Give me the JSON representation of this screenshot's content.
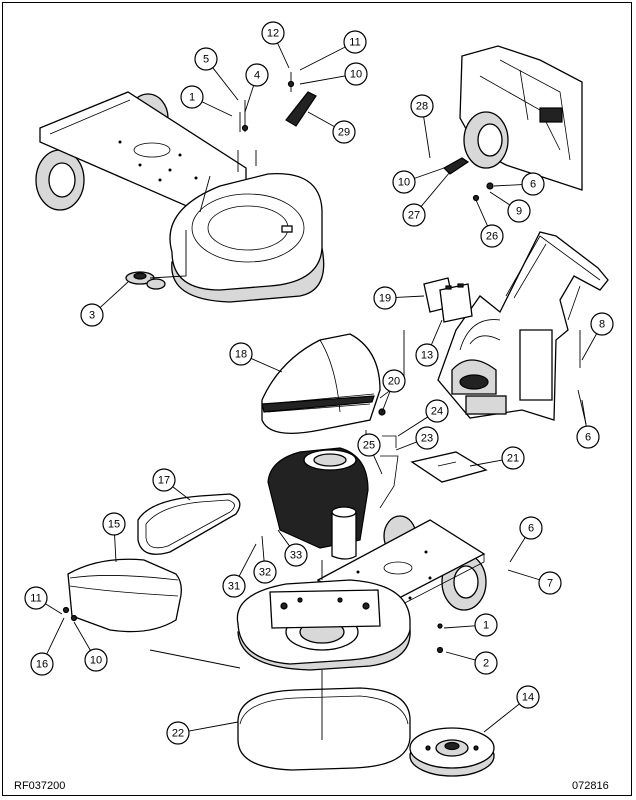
{
  "diagram": {
    "codes": {
      "left": "RF037200",
      "right": "072816"
    },
    "callouts": [
      {
        "id": "c-12a",
        "label": "12"
      },
      {
        "id": "c-11a",
        "label": "11"
      },
      {
        "id": "c-5",
        "label": "5"
      },
      {
        "id": "c-4",
        "label": "4"
      },
      {
        "id": "c-1a",
        "label": "1"
      },
      {
        "id": "c-10a",
        "label": "10"
      },
      {
        "id": "c-29",
        "label": "29"
      },
      {
        "id": "c-3",
        "label": "3"
      },
      {
        "id": "c-28",
        "label": "28"
      },
      {
        "id": "c-6a",
        "label": "6"
      },
      {
        "id": "c-10b",
        "label": "10"
      },
      {
        "id": "c-9",
        "label": "9"
      },
      {
        "id": "c-27",
        "label": "27"
      },
      {
        "id": "c-26",
        "label": "26"
      },
      {
        "id": "c-19",
        "label": "19"
      },
      {
        "id": "c-8",
        "label": "8"
      },
      {
        "id": "c-13",
        "label": "13"
      },
      {
        "id": "c-18",
        "label": "18"
      },
      {
        "id": "c-20",
        "label": "20"
      },
      {
        "id": "c-6b",
        "label": "6"
      },
      {
        "id": "c-24",
        "label": "24"
      },
      {
        "id": "c-23",
        "label": "23"
      },
      {
        "id": "c-25",
        "label": "25"
      },
      {
        "id": "c-21",
        "label": "21"
      },
      {
        "id": "c-17",
        "label": "17"
      },
      {
        "id": "c-15",
        "label": "15"
      },
      {
        "id": "c-6c",
        "label": "6"
      },
      {
        "id": "c-33",
        "label": "33"
      },
      {
        "id": "c-32",
        "label": "32"
      },
      {
        "id": "c-31",
        "label": "31"
      },
      {
        "id": "c-7",
        "label": "7"
      },
      {
        "id": "c-11b",
        "label": "11"
      },
      {
        "id": "c-1b",
        "label": "1"
      },
      {
        "id": "c-16",
        "label": "16"
      },
      {
        "id": "c-10c",
        "label": "10"
      },
      {
        "id": "c-2",
        "label": "2"
      },
      {
        "id": "c-14",
        "label": "14"
      },
      {
        "id": "c-22",
        "label": "22"
      }
    ]
  }
}
